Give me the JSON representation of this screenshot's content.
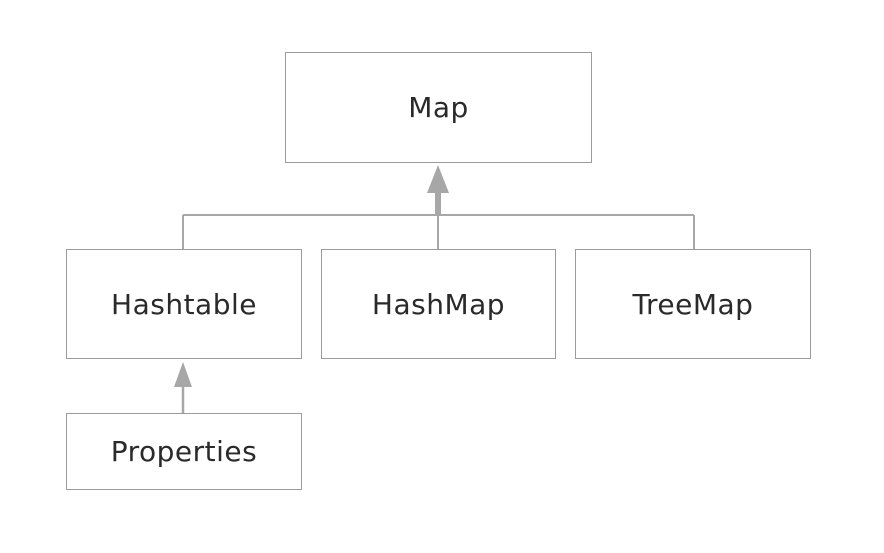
{
  "diagram": {
    "nodes": {
      "map": "Map",
      "hashtable": "Hashtable",
      "hashmap": "HashMap",
      "treemap": "TreeMap",
      "properties": "Properties"
    },
    "edges": [
      {
        "from": "hashtable",
        "to": "map"
      },
      {
        "from": "hashmap",
        "to": "map"
      },
      {
        "from": "treemap",
        "to": "map"
      },
      {
        "from": "properties",
        "to": "hashtable"
      }
    ],
    "colors": {
      "line": "#a7a7a7",
      "arrow": "#a7a7a7",
      "border": "#9b9b9b",
      "text": "#2a2a2a"
    }
  }
}
